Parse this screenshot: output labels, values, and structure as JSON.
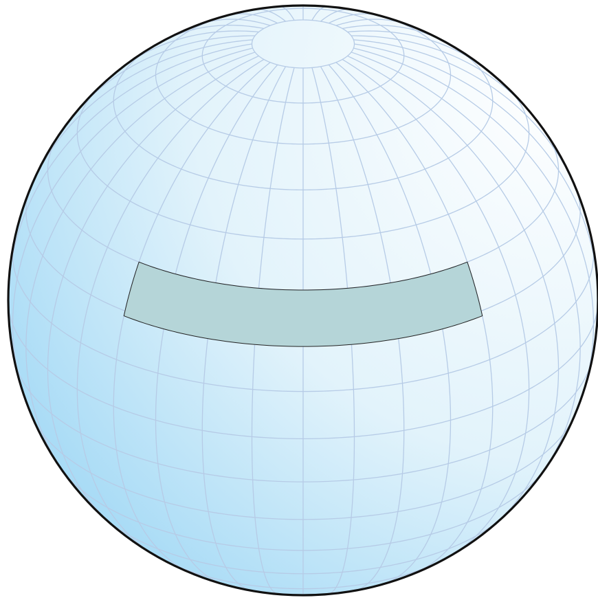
{
  "diagram": {
    "subject": "globe-with-curved-strip",
    "colors": {
      "sphere_highlight": "#ffffff",
      "sphere_mid": "#e2f3fb",
      "sphere_shadow": "#9ed7f5",
      "graticule": "#b6cbe6",
      "outline": "#111111",
      "strip_fill": "#b5d5d8",
      "strip_stroke": "#222222",
      "background": "#ffffff"
    },
    "graticule": {
      "latitude_step_degrees": 10,
      "longitude_step_degrees": 10,
      "view_center_latitude": 28,
      "view_center_longitude": 0
    },
    "strip": {
      "latitude_range": [
        19,
        30
      ],
      "longitude_range": [
        -40,
        40
      ]
    }
  }
}
